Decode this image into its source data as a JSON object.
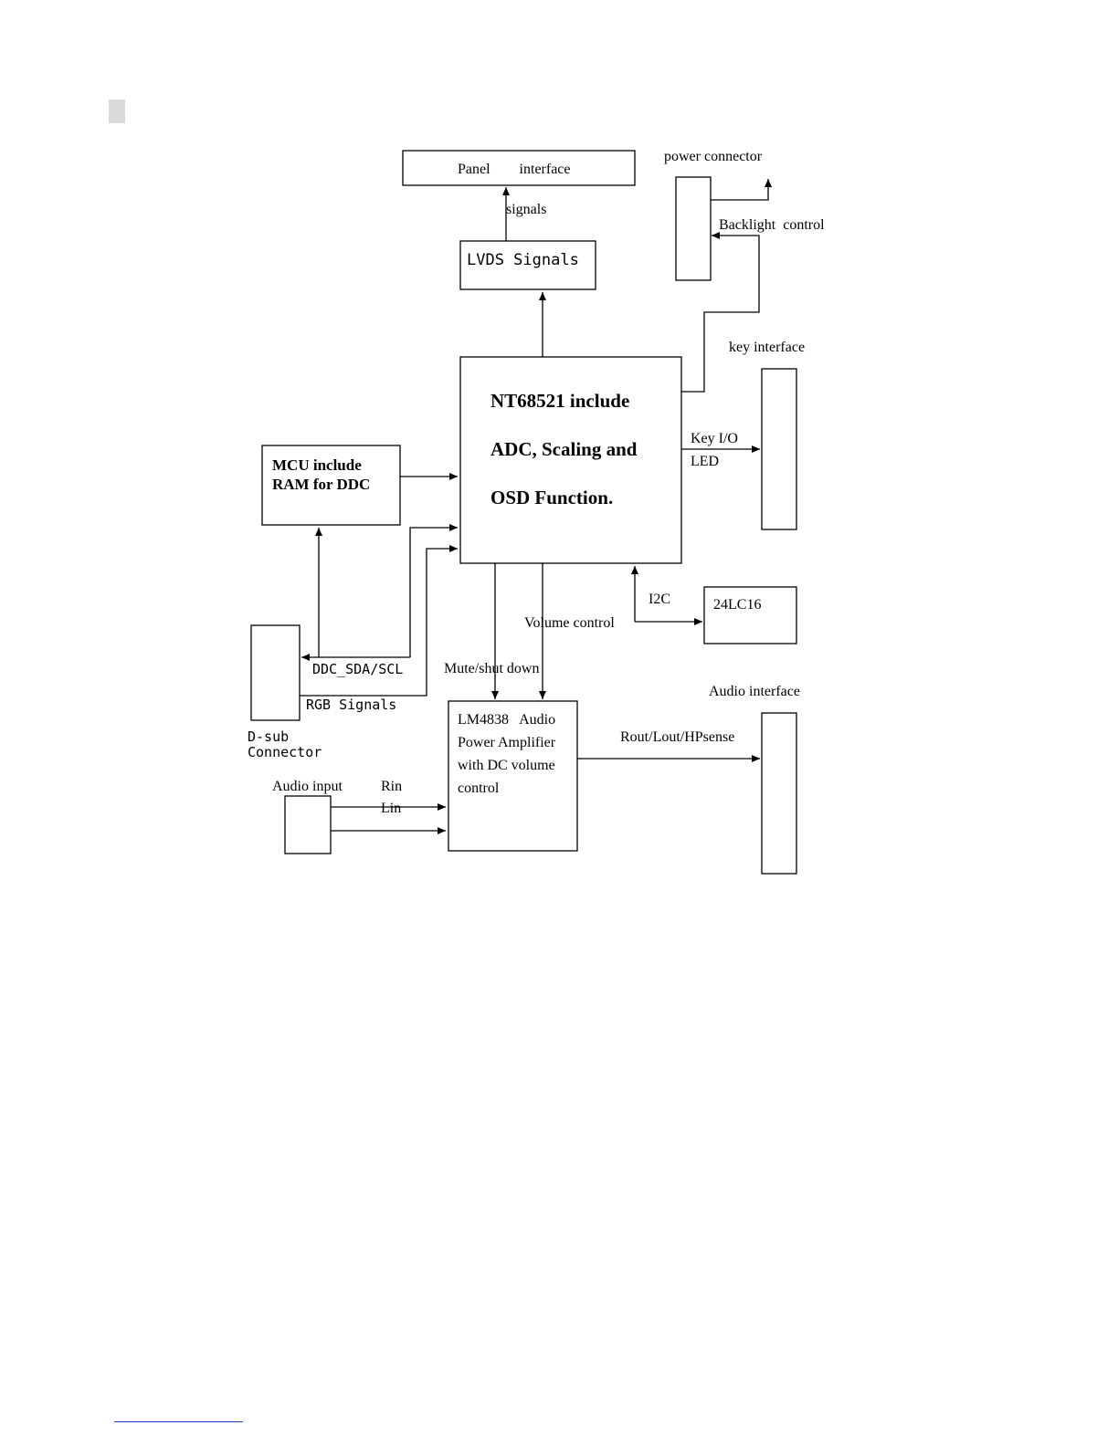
{
  "blocks": {
    "panel": "Panel        interface",
    "lvds": "LVDS Signals",
    "power_connector": "power connector",
    "backlight_control": "Backlight  control",
    "key_interface": "key interface",
    "soc_line1": "NT68521 include",
    "soc_line2": "ADC, Scaling and",
    "soc_line3": "OSD Function.",
    "mcu_line1": "MCU include",
    "mcu_line2": "RAM for DDC",
    "eeprom": "24LC16",
    "amp_line1": "LM4838   Audio",
    "amp_line2": "Power Amplifier",
    "amp_line3": "with DC volume",
    "amp_line4": "control",
    "audio_interface": "Audio interface",
    "dsub_line1": "D-sub",
    "dsub_line2": "Connector",
    "audio_input": "Audio input"
  },
  "signals": {
    "signals": "signals",
    "key_io": "Key I/O",
    "led": "LED",
    "i2c": "I2C",
    "volume_control": "Volume control",
    "mute_shutdown": "Mute/shut down",
    "ddc": "DDC_SDA/SCL",
    "rgb": "RGB Signals",
    "rout": "Rout/Lout/HPsense",
    "rin": "Rin",
    "lin": "Lin"
  }
}
